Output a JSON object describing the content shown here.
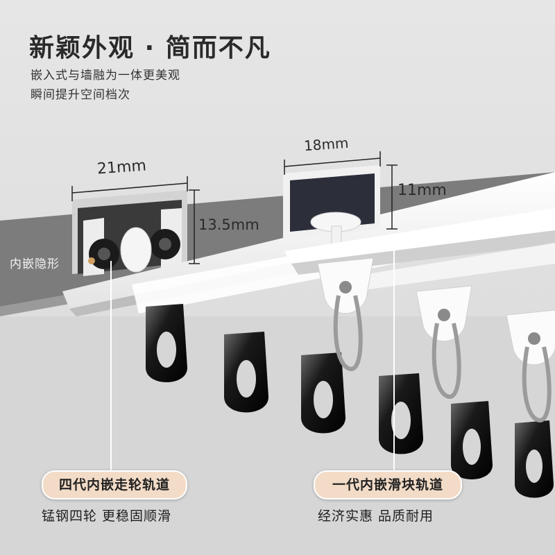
{
  "header": {
    "title": "新颖外观 · 简而不凡",
    "line1": "嵌入式与墙融为一体更美观",
    "line2": "瞬间提升空间档次"
  },
  "side_label": "内嵌隐形",
  "dimensions": {
    "width_left": "21mm",
    "height_left": "13.5mm",
    "width_right": "18mm",
    "height_right": "11mm"
  },
  "products": {
    "left": {
      "badge": "四代内嵌走轮轨道",
      "caption": "锰钢四轮 更稳固顺滑"
    },
    "right": {
      "badge": "一代内嵌滑块轨道",
      "caption": "经济实惠 品质耐用"
    }
  }
}
